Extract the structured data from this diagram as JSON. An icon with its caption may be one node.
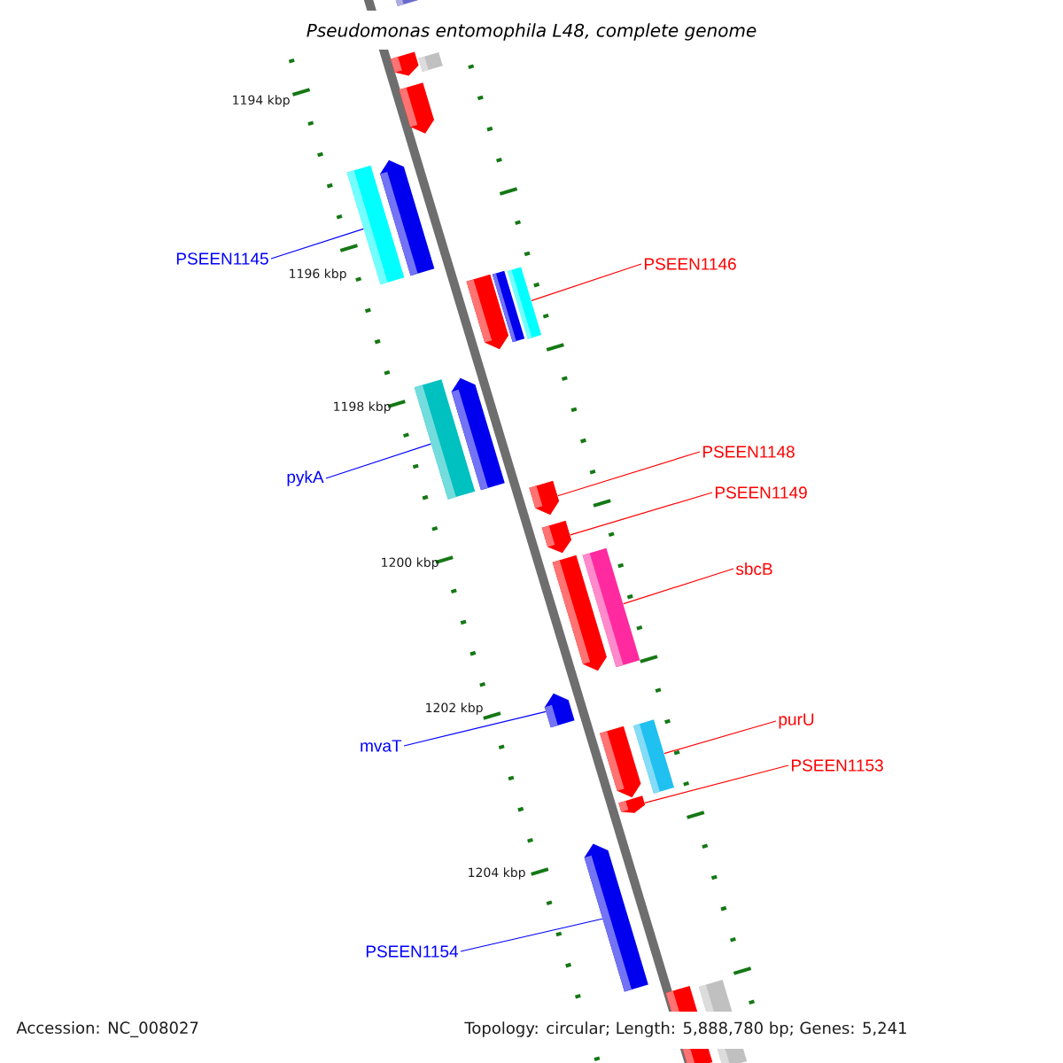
{
  "diagram": {
    "title": "Pseudomonas entomophila L48, complete genome",
    "nodes": [
      {
        "text": [
          "PSEEN1145"
        ]
      },
      {
        "text": [
          "PSEEN1146"
        ]
      },
      {
        "text": [
          "pykA"
        ]
      },
      {
        "text": [
          "PSEEN1148"
        ]
      },
      {
        "text": [
          "PSEEN1149"
        ]
      },
      {
        "text": [
          "sbcB"
        ]
      },
      {
        "text": [
          "mvaT"
        ]
      },
      {
        "text": [
          "purU"
        ]
      },
      {
        "text": [
          "PSEEN1153"
        ]
      },
      {
        "text": [
          "PSEEN1154"
        ]
      },
      {
        "text": [],
        "shape": "arrow"
      },
      {
        "text": [],
        "shape": "bar"
      },
      {
        "text": [],
        "shape": "bar"
      },
      {
        "text": [],
        "shape": "arrow"
      },
      {
        "text": [],
        "shape": "bar"
      },
      {
        "text": [],
        "shape": "arrow"
      },
      {
        "text": [],
        "shape": "arrow"
      },
      {
        "text": [],
        "shape": "bar"
      },
      {
        "text": [],
        "shape": "bar"
      },
      {
        "text": [],
        "shape": "bar"
      },
      {
        "text": [],
        "shape": "arrow"
      },
      {
        "text": [],
        "shape": "arrow"
      },
      {
        "text": [],
        "shape": "arrow"
      },
      {
        "text": [],
        "shape": "arrow"
      },
      {
        "text": [],
        "shape": "bar"
      },
      {
        "text": [],
        "shape": "arrow"
      },
      {
        "text": [],
        "shape": "arrow"
      },
      {
        "text": [],
        "shape": "bar"
      },
      {
        "text": [],
        "shape": "arrow"
      },
      {
        "text": [],
        "shape": "arrow"
      },
      {
        "text": [],
        "shape": "bar"
      },
      {
        "text": [],
        "shape": "bar"
      }
    ],
    "edges": [
      {
        "from": 0,
        "to": 14,
        "arrow": "none",
        "color": "#0000ff"
      },
      {
        "from": 1,
        "to": 18,
        "arrow": "none"
      },
      {
        "from": 2,
        "to": 19,
        "arrow": "none",
        "color": "#0000ff"
      },
      {
        "from": 3,
        "to": 21,
        "arrow": "none"
      },
      {
        "from": 4,
        "to": 22,
        "arrow": "none"
      },
      {
        "from": 5,
        "to": 24,
        "arrow": "none"
      },
      {
        "from": 6,
        "to": 25,
        "arrow": "none",
        "color": "#0000ff"
      },
      {
        "from": 7,
        "to": 27,
        "arrow": "none"
      },
      {
        "from": 8,
        "to": 28,
        "arrow": "none"
      },
      {
        "from": 9,
        "to": 29,
        "arrow": "none",
        "color": "#0000ff"
      }
    ],
    "labels": [
      "1194 kbp",
      "1196 kbp",
      "1198 kbp",
      "1200 kbp",
      "1202 kbp",
      "1204 kbp",
      "Accession: NC_008027",
      "Topology: circular; Length: 5,888,780 bp; Genes: 5,241"
    ]
  }
}
